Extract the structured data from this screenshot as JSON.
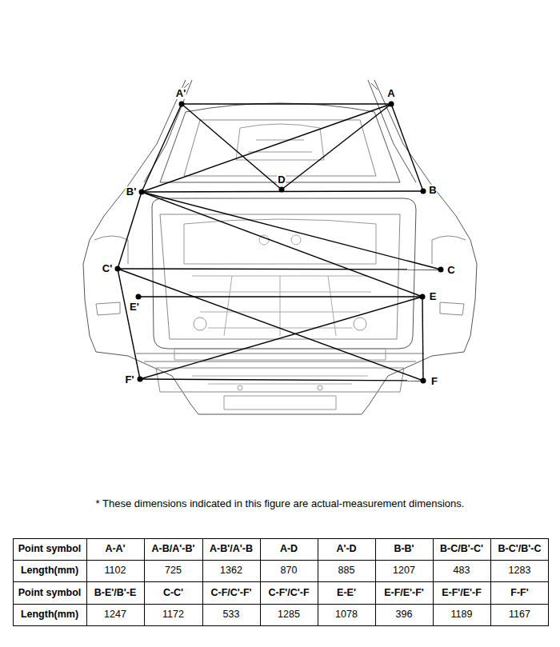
{
  "diagram": {
    "labels": [
      "A'",
      "A",
      "B'",
      "D",
      "B",
      "C'",
      "C",
      "E'",
      "E",
      "F'",
      "F",
      "* These dimensions indicated in this figure are actual-measurement dimensions.",
      "Point symbol",
      "A-A'",
      "A-B/A'-B'",
      "A-B'/A'-B",
      "A-D",
      "A'-D",
      "B-B'",
      "B-C/B'-C'",
      "B-C'/B'-C",
      "Length(mm)",
      "1102",
      "725",
      "1362",
      "870",
      "885",
      "1207",
      "483",
      "1283",
      "Point symbol",
      "B-E'/B'-E",
      "C-C'",
      "C-F/C'-F'",
      "C-F'/C'-F",
      "E-E'",
      "E-F/E'-F'",
      "E-F'/E'-F",
      "F-F'",
      "Length(mm)",
      "1247",
      "1172",
      "533",
      "1285",
      "1078",
      "396",
      "1189",
      "1167"
    ]
  }
}
